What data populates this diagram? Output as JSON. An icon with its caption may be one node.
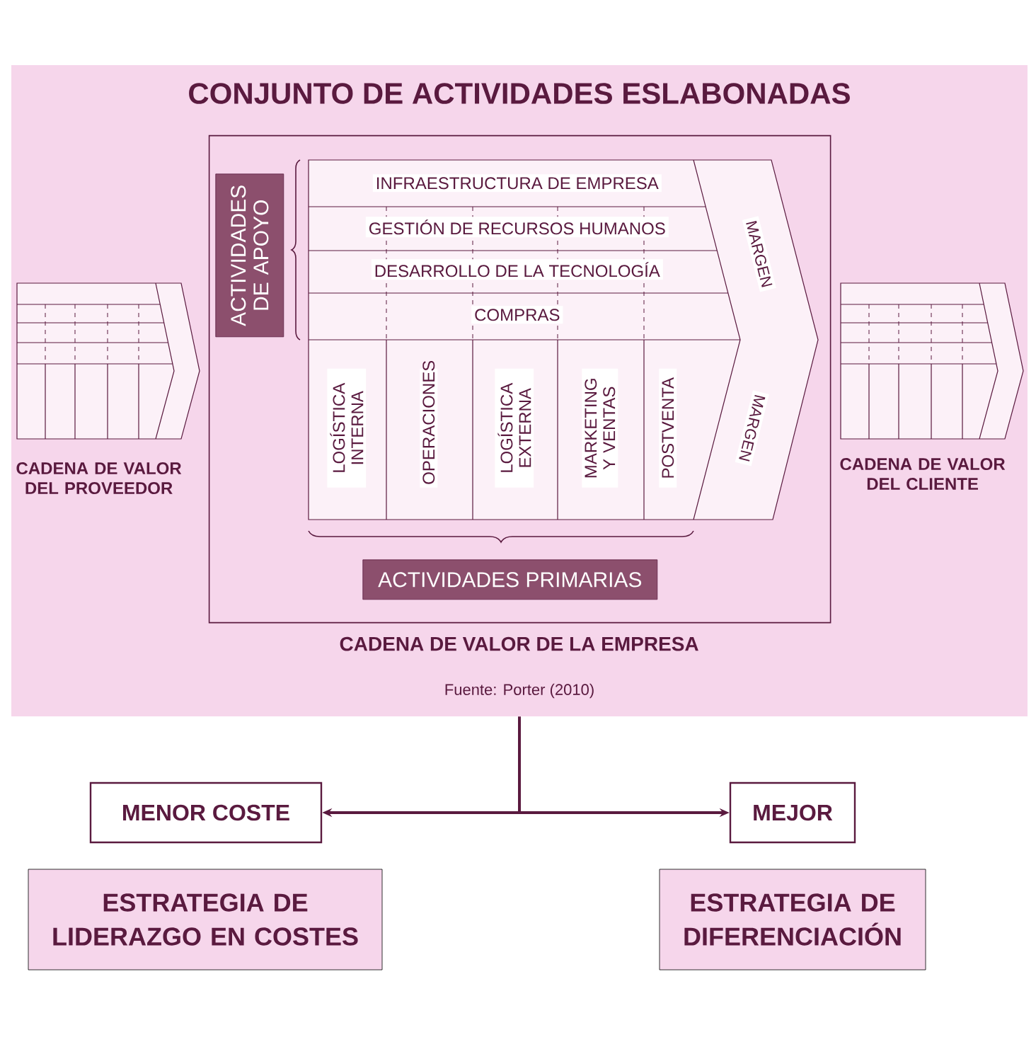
{
  "diagram": {
    "title": "CONJUNTO DE ACTIVIDADES ESLABONADAS",
    "nodes": [
      {
        "text": [],
        "shape": "box"
      },
      {
        "text": [
          "CADENA DE VALOR DEL PROVEEDOR"
        ],
        "in": 0
      },
      {
        "text": [
          "CADENA DE VALOR DE LA EMPRESA"
        ],
        "in": 0
      },
      {
        "text": [
          "ACTIVIDADES DE APOYO"
        ],
        "in": 2
      },
      {
        "text": [
          "INFRAESTRUCTURA DE EMPRESA"
        ],
        "in": 2
      },
      {
        "text": [
          "GESTIÓN DE RECURSOS HUMANOS"
        ],
        "in": 2
      },
      {
        "text": [
          "DESARROLLO DE LA TECNOLOGÍA"
        ],
        "in": 2
      },
      {
        "text": [
          "COMPRAS"
        ],
        "in": 2
      },
      {
        "text": [
          "LOGÍSTICA INTERNA"
        ],
        "in": 2
      },
      {
        "text": [
          "OPERACIONES"
        ],
        "in": 2
      },
      {
        "text": [
          "LOGÍSTICA EXTERNA"
        ],
        "in": 2
      },
      {
        "text": [
          "MARKETING Y VENTAS"
        ],
        "in": 2
      },
      {
        "text": [
          "POSTVENTA"
        ],
        "in": 2
      },
      {
        "text": [
          "MARGEN"
        ],
        "in": 2
      },
      {
        "text": [
          "MARGEN"
        ],
        "in": 2
      },
      {
        "text": [
          "ACTIVIDADES PRIMARIAS"
        ],
        "in": 2
      },
      {
        "text": [
          "CADENA DE VALOR DEL CLIENTE"
        ],
        "in": 0
      },
      {
        "text": [
          "MENOR COSTE"
        ]
      },
      {
        "text": [
          "MEJOR"
        ]
      },
      {
        "text": [
          "ESTRATEGIA DE LIDERAZGO EN COSTES"
        ]
      },
      {
        "text": [
          "ESTRATEGIA DE DIFERENCIACIÓN"
        ]
      }
    ],
    "edges": [
      {
        "from": 0,
        "to": 17,
        "arrow": "to"
      },
      {
        "from": 0,
        "to": 18,
        "arrow": "to"
      }
    ],
    "labels": [
      "Fuente: Porter (2010)"
    ]
  }
}
